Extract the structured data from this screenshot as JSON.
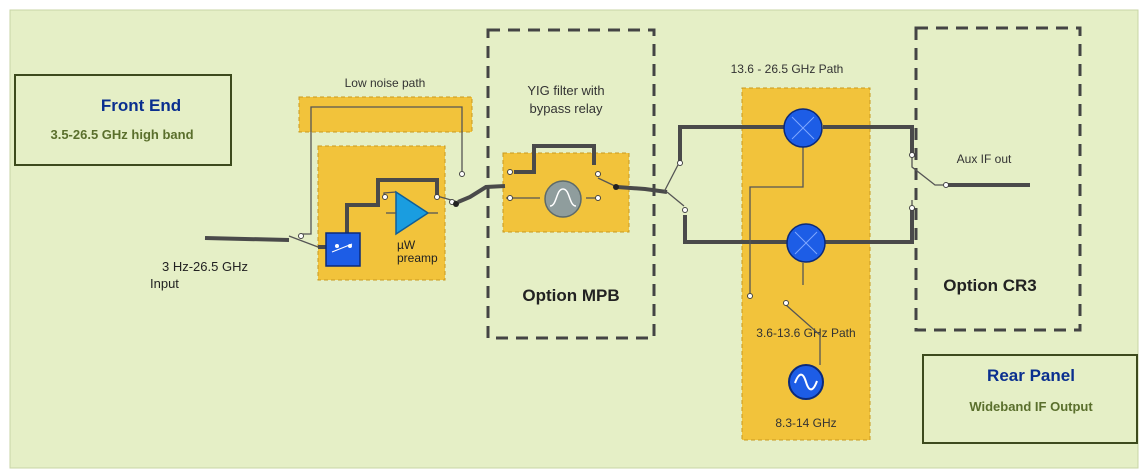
{
  "colors": {
    "background": "#e5efc6",
    "border": "#c8d5a6",
    "panel_border": "#3d4a1d",
    "heading_blue": "#0a2f8f",
    "subheading_green": "#5a6f2c",
    "option_fill": "#f2c33b",
    "option_dash": "#c99a1f",
    "wire": "#4a4a4a",
    "mixer_blue": "#1d5de6",
    "amp_blue": "#1a9de0",
    "filter_grey": "#8f9d9d"
  },
  "icons": [
    "switch-icon",
    "amplifier-icon",
    "bandpass-filter-icon",
    "mixer-icon",
    "oscillator-icon"
  ],
  "front_end": {
    "title": "Front End",
    "subtitle": "3.5-26.5 GHz high band"
  },
  "rear_panel": {
    "title": "Rear Panel",
    "subtitle": "Wideband IF Output"
  },
  "labels": {
    "low_noise_path": "Low noise path",
    "yig_filter_line1": "YIG filter with",
    "yig_filter_line2": "bypass relay",
    "input_line1": "3 Hz-26.5 GHz",
    "input_line2": "Input",
    "preamp_line1": "µW",
    "preamp_line2": "preamp",
    "high_path": "13.6 - 26.5 GHz Path",
    "low_path": "3.6-13.6 GHz Path",
    "lo_freq": "8.3-14 GHz",
    "aux_if_out": "Aux IF out",
    "option_mpb": "Option MPB",
    "option_cr3": "Option CR3"
  }
}
